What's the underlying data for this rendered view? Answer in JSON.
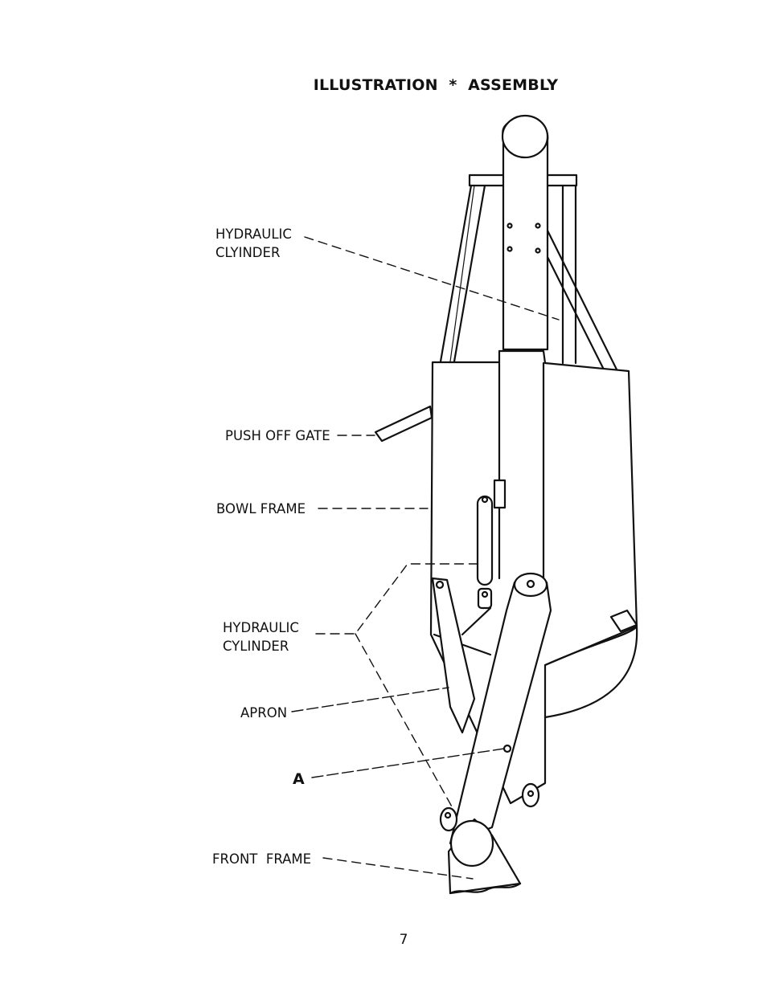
{
  "title": "ILLUSTRATION  *  ASSEMBLY",
  "labels": {
    "hydraulic_cylinder_top_1": "HYDRAULIC",
    "hydraulic_cylinder_top_2": "CLYINDER",
    "push_off_gate": "PUSH OFF GATE",
    "bowl_frame": "BOWL FRAME",
    "hydraulic_cylinder_mid_1": "HYDRAULIC",
    "hydraulic_cylinder_mid_2": "CYLINDER",
    "apron": "APRON",
    "point_a": "A",
    "front_frame": "FRONT  FRAME"
  },
  "page_number": "7"
}
